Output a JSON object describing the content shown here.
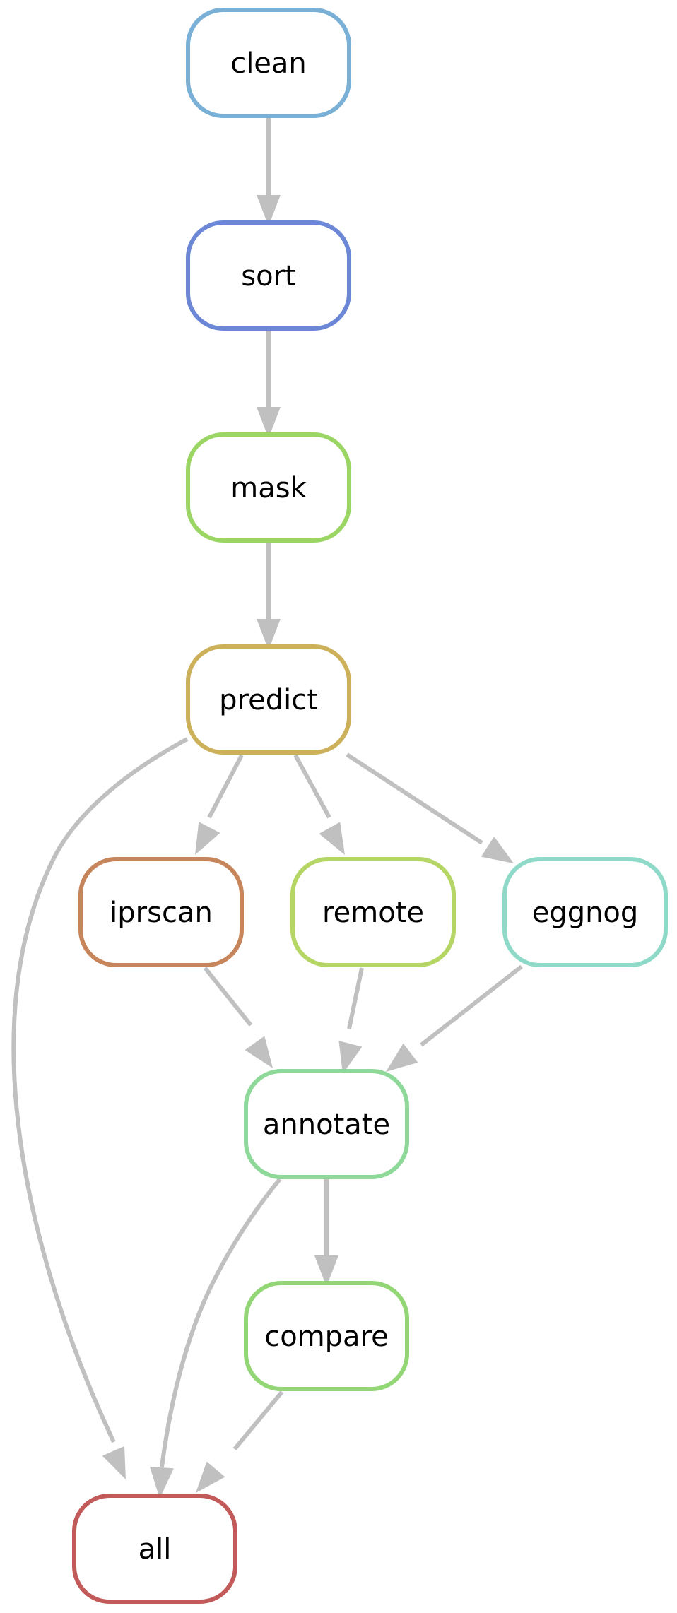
{
  "diagram": {
    "nodes": [
      {
        "id": "clean",
        "label": "clean",
        "color": "#7ab0d6"
      },
      {
        "id": "sort",
        "label": "sort",
        "color": "#6b87d6"
      },
      {
        "id": "mask",
        "label": "mask",
        "color": "#9bd664"
      },
      {
        "id": "predict",
        "label": "predict",
        "color": "#ccb15a"
      },
      {
        "id": "iprscan",
        "label": "iprscan",
        "color": "#c6855a"
      },
      {
        "id": "remote",
        "label": "remote",
        "color": "#b5d664"
      },
      {
        "id": "eggnog",
        "label": "eggnog",
        "color": "#8ed9c8"
      },
      {
        "id": "annotate",
        "label": "annotate",
        "color": "#8ed99a"
      },
      {
        "id": "compare",
        "label": "compare",
        "color": "#93d676"
      },
      {
        "id": "all",
        "label": "all",
        "color": "#c25a5a"
      }
    ],
    "edges": [
      {
        "from": "clean",
        "to": "sort"
      },
      {
        "from": "sort",
        "to": "mask"
      },
      {
        "from": "mask",
        "to": "predict"
      },
      {
        "from": "predict",
        "to": "iprscan"
      },
      {
        "from": "predict",
        "to": "remote"
      },
      {
        "from": "predict",
        "to": "eggnog"
      },
      {
        "from": "predict",
        "to": "all"
      },
      {
        "from": "iprscan",
        "to": "annotate"
      },
      {
        "from": "remote",
        "to": "annotate"
      },
      {
        "from": "eggnog",
        "to": "annotate"
      },
      {
        "from": "annotate",
        "to": "compare"
      },
      {
        "from": "annotate",
        "to": "all"
      },
      {
        "from": "compare",
        "to": "all"
      }
    ],
    "edge_color": "#c0c0c0"
  }
}
